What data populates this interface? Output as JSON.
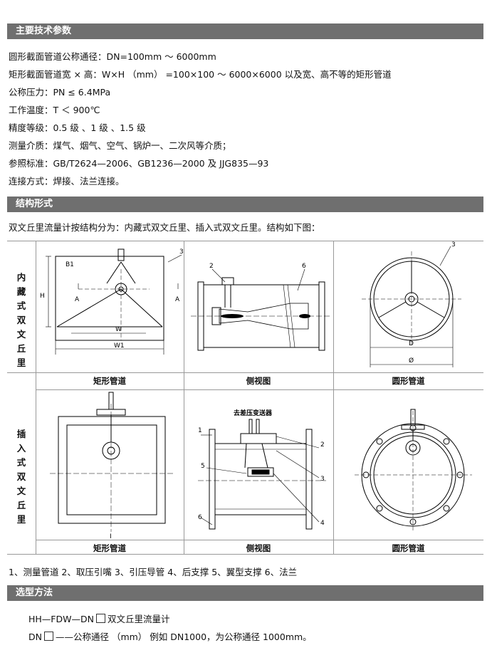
{
  "sections": {
    "tech": "主要技术参数",
    "structure": "结构形式",
    "select": "选型方法"
  },
  "tech_lines": [
    "圆形截面管道公称通径：DN=100mm ～ 6000mm",
    "矩形截面管道宽 × 高：W×H （mm） =100×100 ～ 6000×6000 以及宽、高不等的矩形管道",
    "公称压力：PN ≤ 6.4MPa",
    "工作温度：T ＜ 900℃",
    "精度等级：0.5 级 、1 级 、1.5 级",
    "测量介质：煤气、烟气、空气、锅炉一、二次风等介质；",
    "参照标准：GB/T2624—2006、GB1236—2000 及 JJG835—93",
    "连接方式：焊接、法兰连接。"
  ],
  "structure_intro": "双文丘里流量计按结构分为：内藏式双文丘里、插入式双文丘里。结构如下图：",
  "rows": [
    {
      "label": [
        "内",
        "藏",
        "式",
        "双",
        "文",
        "丘",
        "里"
      ]
    },
    {
      "label": [
        "插",
        "入",
        "式",
        "双",
        "文",
        "丘",
        "里"
      ]
    }
  ],
  "captions": {
    "rect": "矩形管道",
    "side": "侧视图",
    "round": "圆形管道"
  },
  "drawing_labels": {
    "b1": "B1",
    "h": "H",
    "a": "A",
    "w": "W",
    "w1": "W1",
    "n1": "1",
    "n2": "2",
    "n3": "3",
    "n4": "4",
    "n5": "5",
    "n6": "6",
    "d": "D",
    "phi": "Ø",
    "i": "I",
    "transmitter": "去差压变送器"
  },
  "legend": "1、测量管道 2、取压引嘴 3、引压导管 4、后支撑 5、翼型支撑 6、法兰",
  "select_line1": {
    "prefix": "HH—FDW—DN",
    "suffix": "双文丘里流量计"
  },
  "select_line2": {
    "prefix": "DN",
    "suffix": "——公称通径 （mm） 例如 DN1000，为公称通径 1000mm。"
  }
}
